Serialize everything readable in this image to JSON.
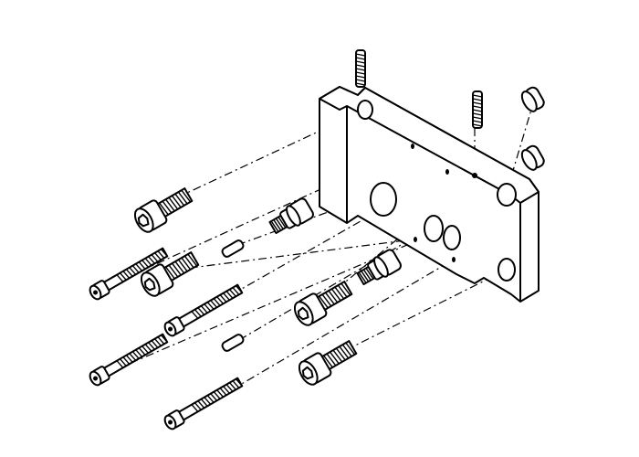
{
  "diagram": {
    "type": "exploded-view technical line drawing",
    "colors": {
      "line": "#000000",
      "background": "#ffffff"
    },
    "parts": {
      "mounting_plate": 1,
      "socket_head_cap_screws_large": 4,
      "socket_head_cap_screws_long": 4,
      "dowel_pins": 2,
      "grub_screws": 2,
      "caps": 2,
      "sealing_fittings": 2
    }
  }
}
